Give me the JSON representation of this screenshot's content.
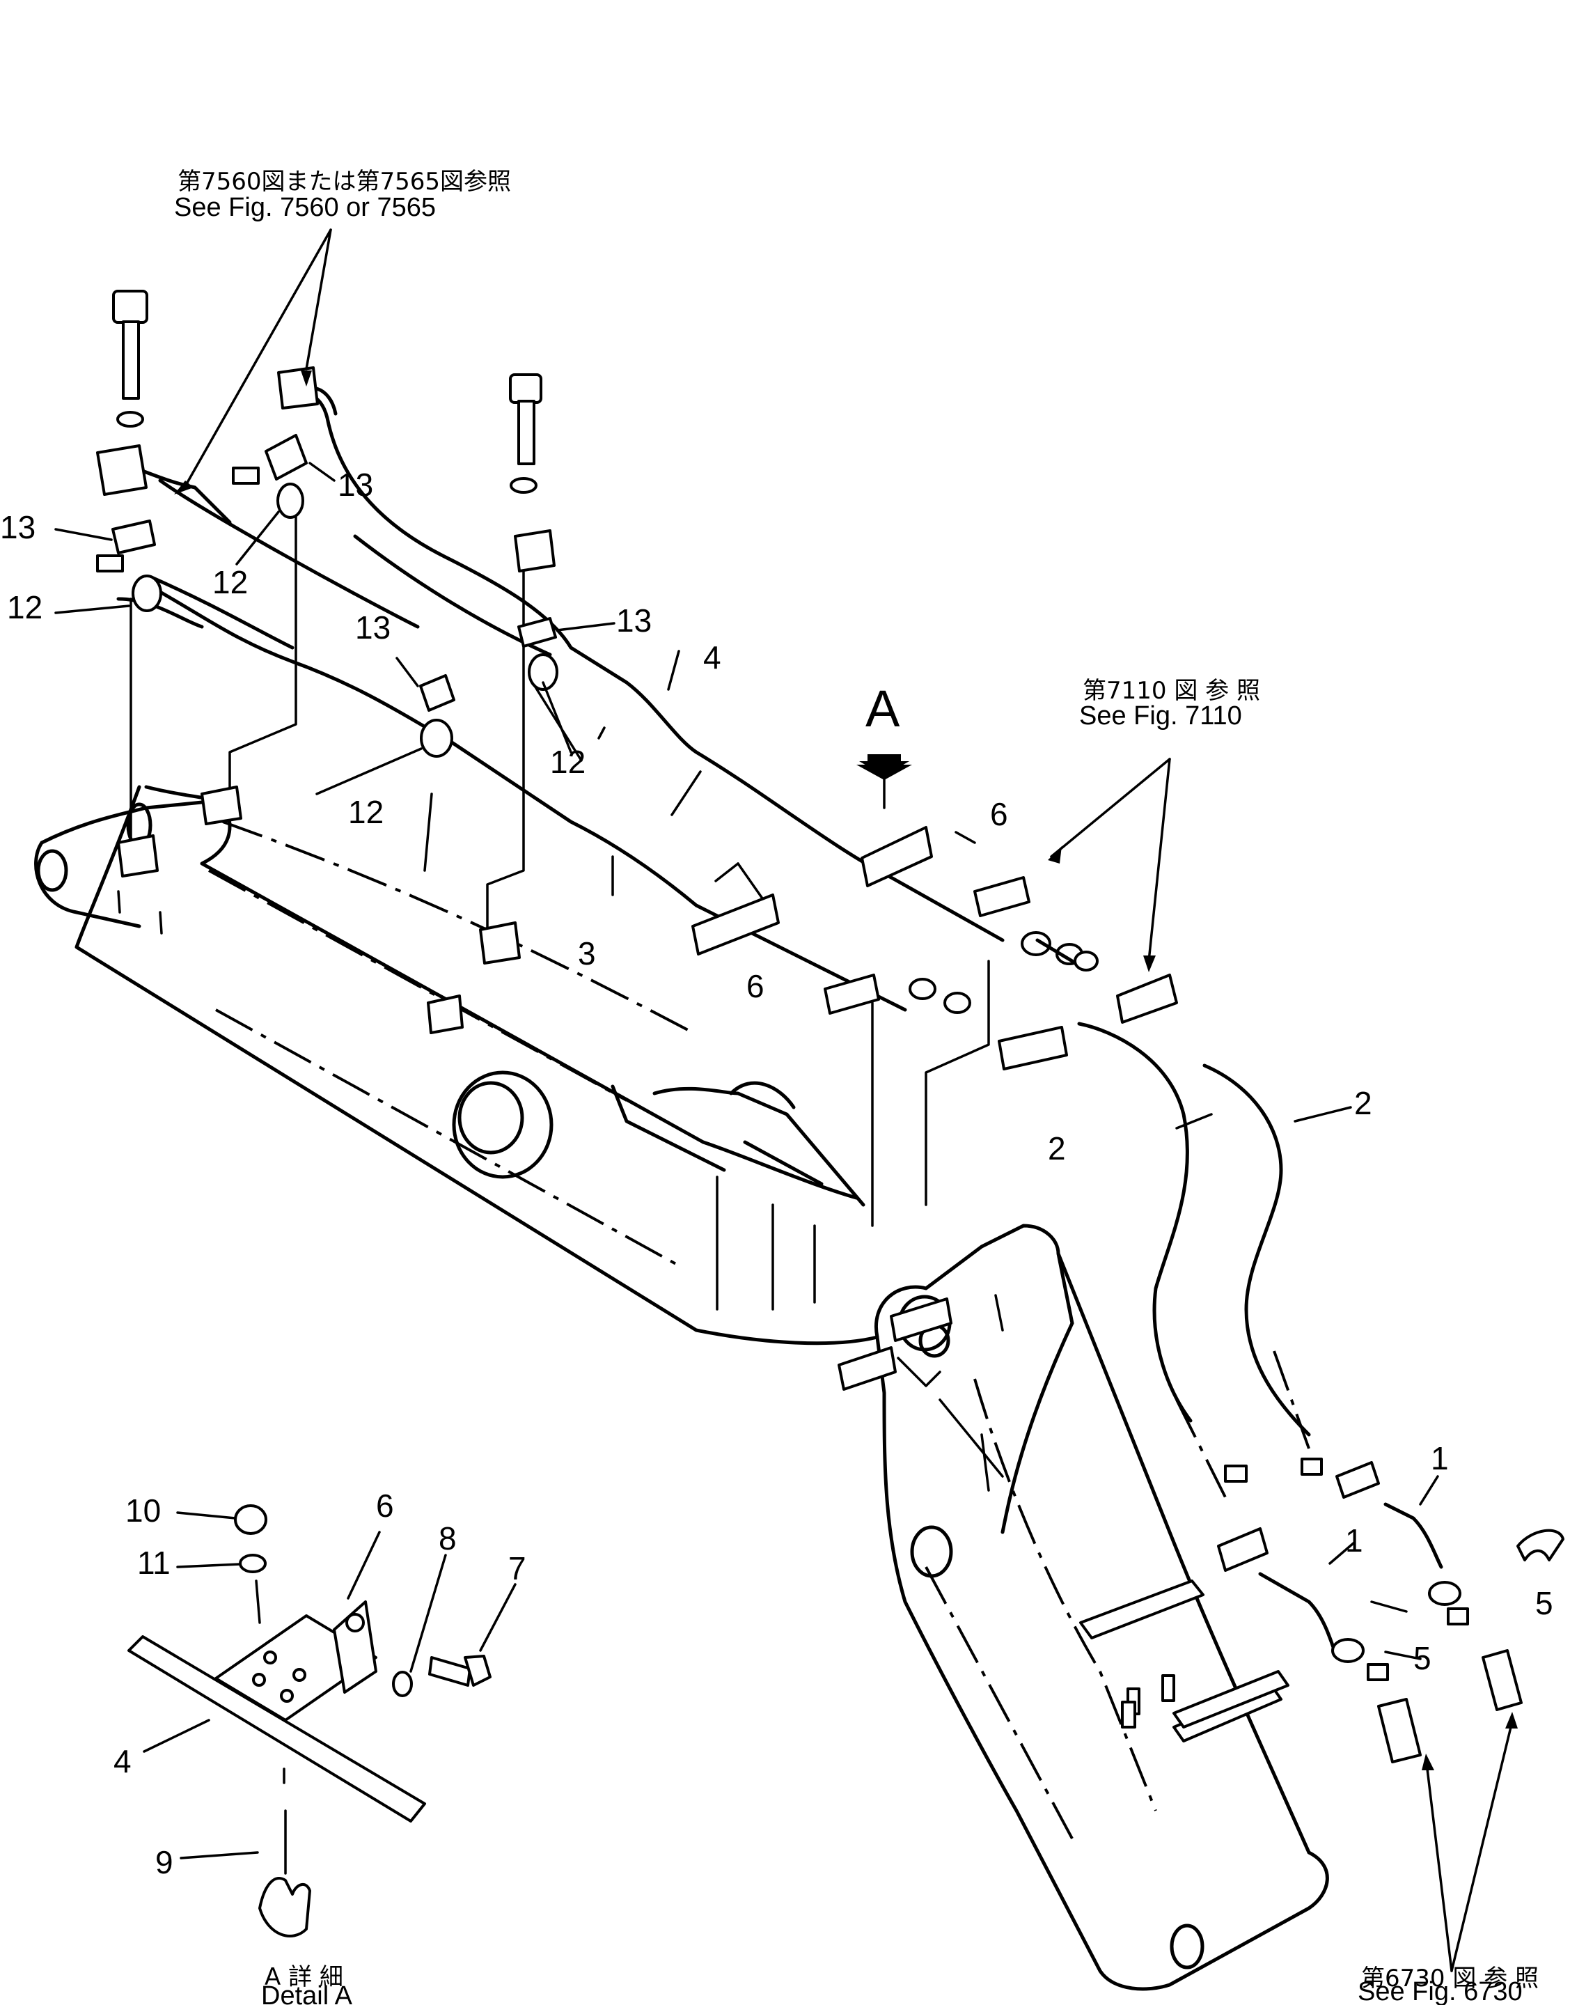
{
  "refs": {
    "top_left_jp": "第7560図または第7565図参照",
    "top_left_en": "See Fig. 7560 or 7565",
    "right_jp": "第7110 図 参 照",
    "right_en": "See Fig. 7110",
    "bottom_jp": "第6730 図 参 照",
    "bottom_en": "See Fig. 6730"
  },
  "view_letter": "A",
  "detail": {
    "jp": "A 詳 細",
    "en": "Detail A"
  },
  "callouts": {
    "c1a": "1",
    "c1b": "1",
    "c2a": "2",
    "c2b": "2",
    "c3": "3",
    "c4": "4",
    "c4d": "4",
    "c5a": "5",
    "c5b": "5",
    "c6a": "6",
    "c6b": "6",
    "c6d": "6",
    "c7": "7",
    "c8": "8",
    "c9": "9",
    "c10": "10",
    "c11": "11",
    "c12a": "12",
    "c12b": "12",
    "c12c": "12",
    "c12d": "12",
    "c13a": "13",
    "c13b": "13",
    "c13c": "13",
    "c13d": "13"
  }
}
